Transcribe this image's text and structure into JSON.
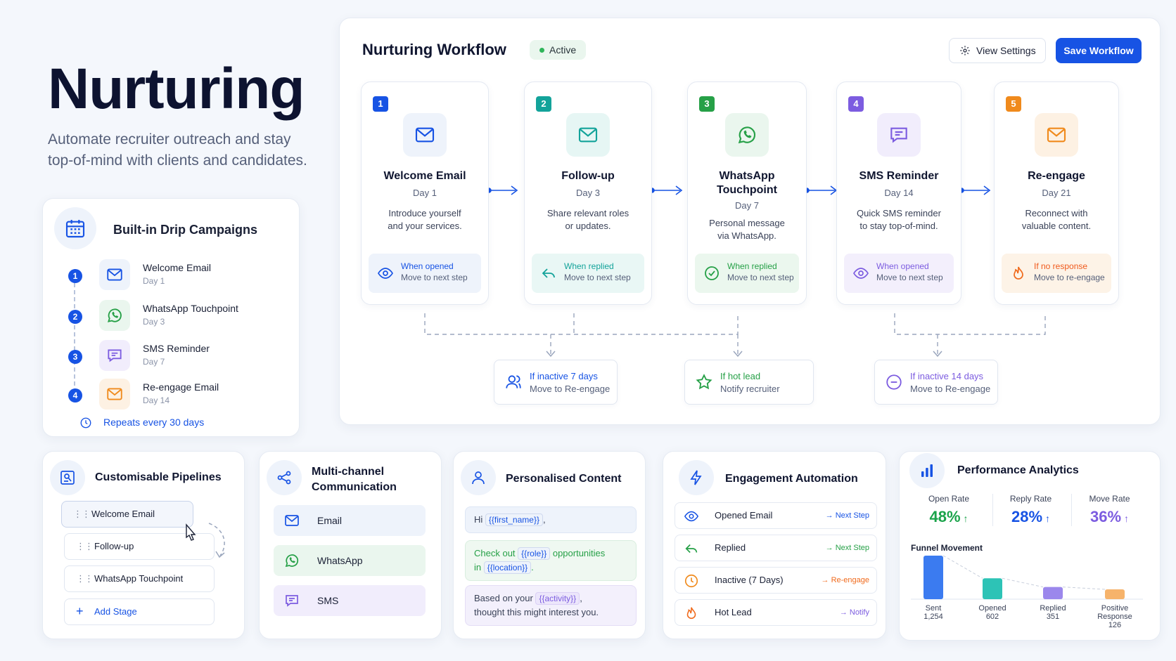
{
  "hero": {
    "title": "Nurturing",
    "subtitle_line1": "Automate recruiter outreach and stay",
    "subtitle_line2": "top-of-mind with clients and candidates."
  },
  "drip": {
    "title": "Built-in Drip Campaigns",
    "items": [
      {
        "num": "1",
        "name": "Welcome Email",
        "day": "Day 1",
        "icon": "envelope-icon"
      },
      {
        "num": "2",
        "name": "WhatsApp Touchpoint",
        "day": "Day 3",
        "icon": "whatsapp-icon"
      },
      {
        "num": "3",
        "name": "SMS Reminder",
        "day": "Day 7",
        "icon": "chat-bubble-icon"
      },
      {
        "num": "4",
        "name": "Re-engage Email",
        "day": "Day 14",
        "icon": "envelope-icon"
      }
    ],
    "repeat": "Repeats every 30 days"
  },
  "workflow": {
    "title": "Nurturing Workflow",
    "status": "Active",
    "view_settings": "View Settings",
    "save": "Save Workflow",
    "steps": [
      {
        "num": "1",
        "name": "Welcome Email",
        "day": "Day 1",
        "desc1": "Introduce yourself",
        "desc2": "and your services.",
        "trigger_a": "When opened",
        "trigger_b": "Move to next step",
        "color": "#1753e4"
      },
      {
        "num": "2",
        "name": "Follow-up",
        "day": "Day 3",
        "desc1": "Share relevant roles",
        "desc2": "or updates.",
        "trigger_a": "When replied",
        "trigger_b": "Move to next step",
        "color": "#13a39a"
      },
      {
        "num": "3",
        "name_line1": "WhatsApp",
        "name_line2": "Touchpoint",
        "day": "Day 7",
        "desc1": "Personal message",
        "desc2": "via WhatsApp.",
        "trigger_a": "When replied",
        "trigger_b": "Move to next step",
        "color": "#26a047"
      },
      {
        "num": "4",
        "name": "SMS Reminder",
        "day": "Day 14",
        "desc1": "Quick SMS reminder",
        "desc2": "to stay top-of-mind.",
        "trigger_a": "When opened",
        "trigger_b": "Move to next step",
        "color": "#7c5ce0"
      },
      {
        "num": "5",
        "name": "Re-engage",
        "day": "Day 21",
        "desc1": "Reconnect with",
        "desc2": "valuable content.",
        "trigger_a": "If no response",
        "trigger_b": "Move to re-engage",
        "color": "#f08a1c"
      }
    ],
    "conditions": [
      {
        "a": "If inactive 7 days",
        "b": "Move to Re-engage",
        "icon": "user-icon"
      },
      {
        "a": "If hot lead",
        "b": "Notify recruiter",
        "icon": "star-icon"
      },
      {
        "a": "If inactive 14 days",
        "b": "Move to Re-engage",
        "icon": "minus-circle-icon"
      }
    ]
  },
  "pipelines": {
    "title": "Customisable Pipelines",
    "items": [
      "Welcome Email",
      "Follow-up",
      "WhatsApp Touchpoint"
    ],
    "add": "Add Stage"
  },
  "multichannel": {
    "title_line1": "Multi-channel",
    "title_line2": "Communication",
    "items": [
      "Email",
      "WhatsApp",
      "SMS"
    ]
  },
  "personalised": {
    "title": "Personalised Content",
    "line1_pre": "Hi",
    "line1_var": "{{first_name}}",
    "line1_post": ",",
    "line2_pre": "Check out",
    "line2_var1": "{{role}}",
    "line2_mid": "opportunities",
    "line2_in": "in",
    "line2_var2": "{{location}}",
    "line2_post": ".",
    "line3_pre": "Based on your",
    "line3_var": "{{activity}}",
    "line3_post": ",",
    "line3_b": "thought this might interest you."
  },
  "engagement": {
    "title": "Engagement Automation",
    "items": [
      {
        "label": "Opened Email",
        "action": "Next Step"
      },
      {
        "label": "Replied",
        "action": "Next Step"
      },
      {
        "label": "Inactive (7 Days)",
        "action": "Re-engage"
      },
      {
        "label": "Hot Lead",
        "action": "Notify"
      }
    ],
    "arrow": "→"
  },
  "analytics": {
    "title": "Performance Analytics",
    "stats": [
      {
        "label": "Open Rate",
        "value": "48%",
        "color": "#1aa34a"
      },
      {
        "label": "Reply Rate",
        "value": "28%",
        "color": "#1753e4"
      },
      {
        "label": "Move Rate",
        "value": "36%",
        "color": "#7c5ce0"
      }
    ],
    "up": "↑",
    "funnel_title": "Funnel Movement",
    "chart_data": {
      "type": "bar",
      "categories": [
        "Sent",
        "Opened",
        "Replied",
        "Positive Response"
      ],
      "values": [
        1254,
        602,
        351,
        126
      ],
      "value_labels": [
        "1,254",
        "602",
        "351",
        "126"
      ],
      "colors": [
        "#3b7bf0",
        "#2dc3b6",
        "#9b87ec",
        "#f6b36b"
      ]
    }
  }
}
